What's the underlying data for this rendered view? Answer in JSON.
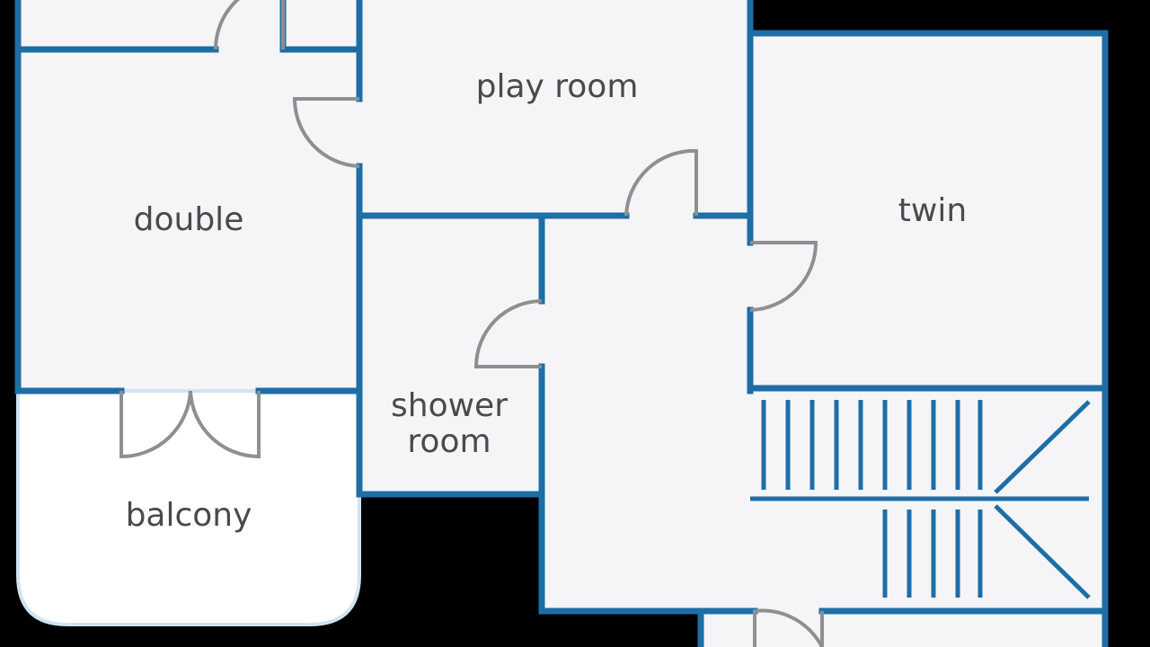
{
  "floor_plan": {
    "rooms": [
      {
        "id": "play",
        "label": "play room"
      },
      {
        "id": "double",
        "label": "double"
      },
      {
        "id": "twin",
        "label": "twin"
      },
      {
        "id": "shower",
        "label": [
          "shower",
          "room"
        ]
      },
      {
        "id": "balcony",
        "label": "balcony"
      }
    ],
    "colors": {
      "wall": "#1e6ea6",
      "floor": "#f5f5f7",
      "balcony_floor": "#ffffff",
      "door": "#8f8f8f",
      "text": "#4a4a4a",
      "background": "#000000"
    }
  }
}
